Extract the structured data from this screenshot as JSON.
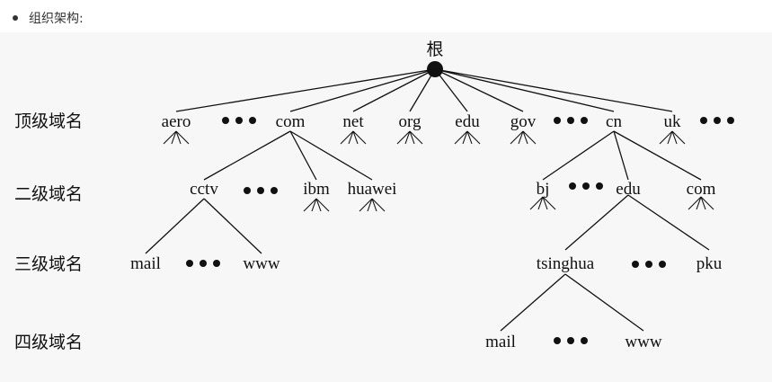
{
  "bullet": {
    "text": "组织架构:"
  },
  "tree": {
    "root": "根",
    "levels": [
      "顶级域名",
      "二级域名",
      "三级域名",
      "四级域名"
    ],
    "tld": [
      "aero",
      "com",
      "net",
      "org",
      "edu",
      "gov",
      "cn",
      "uk"
    ],
    "com_children": [
      "cctv",
      "ibm",
      "huawei"
    ],
    "cn_children": [
      "bj",
      "edu",
      "com"
    ],
    "cctv_children": [
      "mail",
      "www"
    ],
    "edu_children": [
      "tsinghua",
      "pku"
    ],
    "tsinghua_children": [
      "mail",
      "www"
    ]
  },
  "colors": {
    "ink": "#111111",
    "background": "#f7f7f7",
    "text": "#333333"
  }
}
